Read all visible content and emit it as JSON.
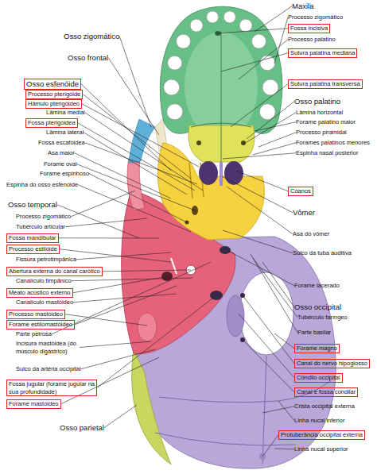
{
  "diagram": {
    "nodes": [
      {
        "text": [
          "Osso esfenóide"
        ]
      },
      {
        "text": [
          "Processo pterigóide"
        ]
      },
      {
        "text": [
          "Hâmulo pterigóideo"
        ]
      },
      {
        "text": [
          "Fossa pterigóidea"
        ]
      },
      {
        "text": [
          "Fossa mandibular"
        ]
      },
      {
        "text": [
          "Processo estilóide"
        ]
      },
      {
        "text": [
          "Abertura externa do canal carótico"
        ]
      },
      {
        "text": [
          "Meato acústico externo"
        ]
      },
      {
        "text": [
          "Processo mastóideo"
        ]
      },
      {
        "text": [
          "Forame estilomastóideo"
        ]
      },
      {
        "text": [
          "Fossa jugular (forame jugular na sua profundidade)"
        ]
      },
      {
        "text": [
          "Forame mastóideo"
        ]
      },
      {
        "text": [
          "Fossa incisiva"
        ]
      },
      {
        "text": [
          "Sutura palatina mediana"
        ]
      },
      {
        "text": [
          "Sutura palatina transversa"
        ]
      },
      {
        "text": [
          "Cóanos"
        ]
      },
      {
        "text": [
          "Forame magno"
        ]
      },
      {
        "text": [
          "Canal do nervo hipoglosso"
        ]
      },
      {
        "text": [
          "Côndilo occipital"
        ]
      },
      {
        "text": [
          "Canal e fossa condilar"
        ]
      },
      {
        "text": [
          "Protuberância occipital externa"
        ]
      }
    ],
    "labels": [
      "Osso zigomático",
      "Osso frontal",
      "Lâmina medial",
      "Lâmina lateral",
      "Fossa escafóidea",
      "Asa maior",
      "Forame oval",
      "Forame espinhoso",
      "Espinha do osso esfenóide",
      "Osso temporal",
      "Processo zigomático",
      "Tubérculo articular",
      "Fissura petrotimpânica",
      "Canalículo timpânico",
      "Canalículo mastóideo",
      "Parte petrosa",
      "Incisura mastóidea (do músculo digástrico)",
      "Sulco da artéria occipital",
      "Osso parietal",
      "Maxila",
      "Processo zigomático",
      "Processo palatino",
      "Osso palatino",
      "Lâmina horizontal",
      "Forame palatino maior",
      "Processo piramidal",
      "Forames palatinos menores",
      "Espinha nasal posterior",
      "Vômer",
      "Asa do vômer",
      "Sulco da tuba auditiva",
      "Forame lacerado",
      "Osso occipital",
      "Tubérculo faríngeo",
      "Parte basilar",
      "Crista occipital externa",
      "Linha nucal inferior",
      "Linha nucal superior"
    ]
  }
}
